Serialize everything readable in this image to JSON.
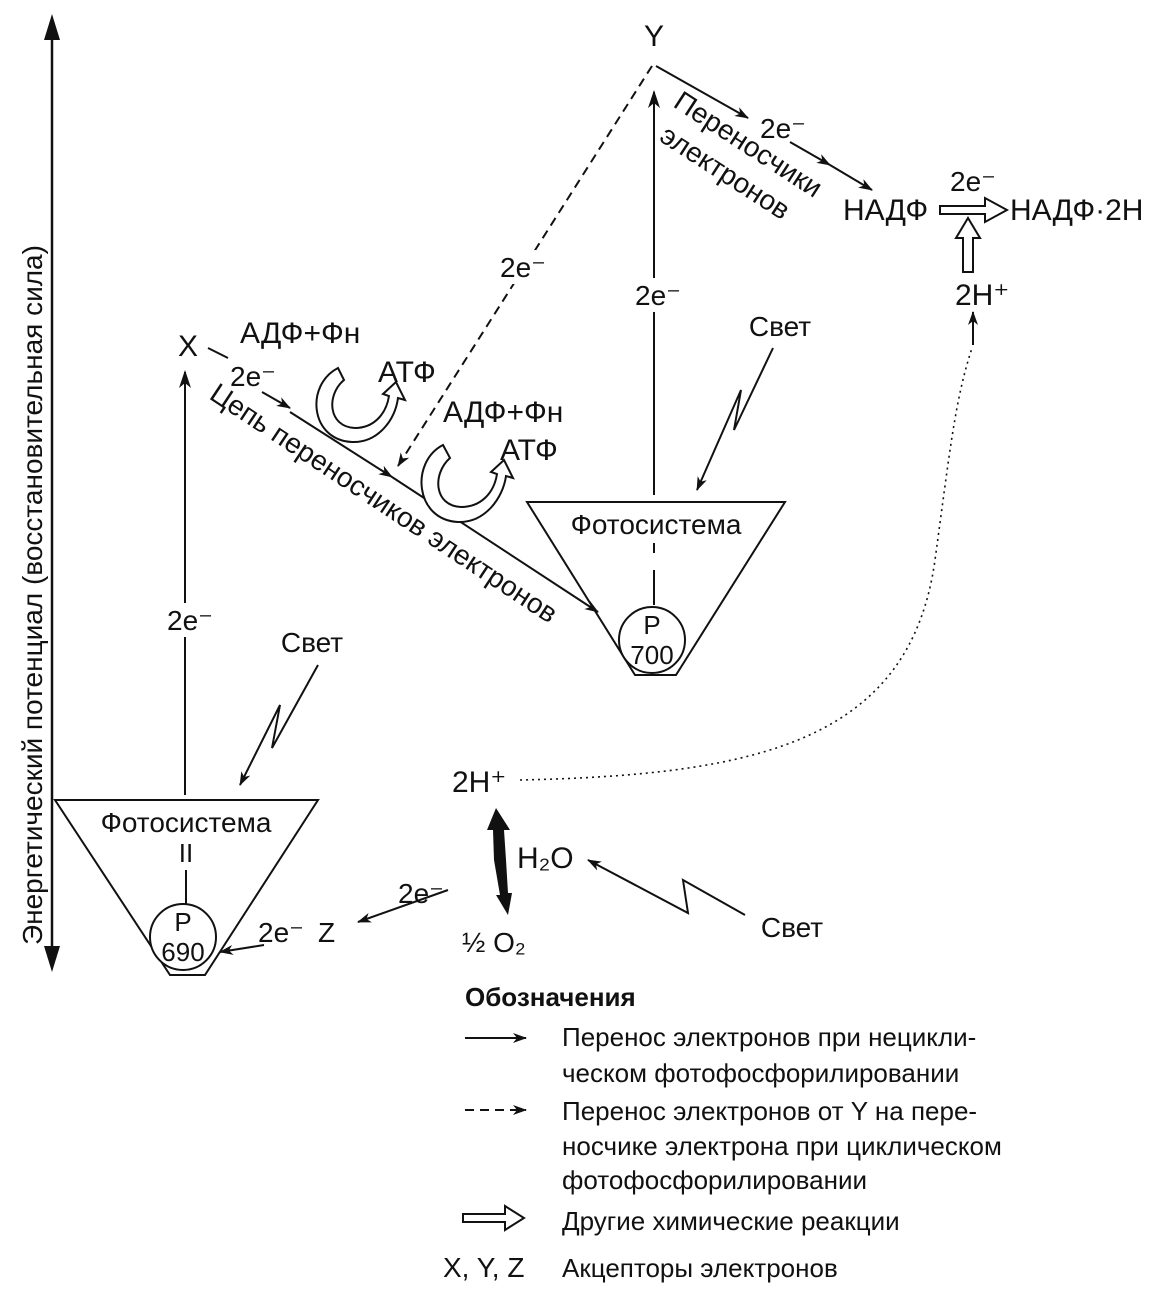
{
  "axis": {
    "label": "Энергетический потенциал (восстановительная сила)"
  },
  "acceptors": {
    "x": "X",
    "y": "Y",
    "z": "Z"
  },
  "photosystem1": {
    "title": "Фотосистема",
    "center_p": "P",
    "center_num": "700",
    "light": "Свет"
  },
  "photosystem2": {
    "title": "Фотосистема",
    "numeral": "II",
    "center_p": "P",
    "center_num": "690",
    "light": "Свет"
  },
  "electrons": {
    "ps2_up": "2e⁻",
    "ps1_up": "2e⁻",
    "x_out": "2e⁻",
    "y_out": "2e⁻",
    "cyclic": "2e⁻",
    "nadp": "2e⁻",
    "water_out": "2e⁻",
    "z_in": "2e⁻"
  },
  "chains": {
    "x_chain": "Цепь переносчиков электронов",
    "y_chain_line1": "Переносчики",
    "y_chain_line2": "электронов"
  },
  "phosphorylation1": {
    "substrate": "АДФ+Фн",
    "product": "АТФ"
  },
  "phosphorylation2": {
    "substrate": "АДФ+Фн",
    "product": "АТФ"
  },
  "nadp": {
    "reactant": "НАДФ",
    "product": "НАДФ·2Н",
    "protons": "2Н⁺"
  },
  "water": {
    "protons": "2Н⁺",
    "water": "H₂O",
    "oxygen": "½ O₂",
    "light": "Свет"
  },
  "legend": {
    "title": "Обозначения",
    "items": [
      {
        "type": "solid-arrow",
        "lines": [
          "Перенос электронов при нецикли-",
          "ческом фотофосфорилировании"
        ]
      },
      {
        "type": "dashed-arrow",
        "lines": [
          "Перенос электронов от Y на пере-",
          "носчике электрона при циклическом",
          "фотофосфорилировании"
        ]
      },
      {
        "type": "hollow-arrow",
        "lines": [
          "Другие химические реакции"
        ]
      }
    ],
    "acceptors_symbol": "X, Y, Z",
    "acceptors_text": "Акцепторы электронов"
  },
  "colors": {
    "ink": "#111111",
    "background": "#ffffff"
  }
}
